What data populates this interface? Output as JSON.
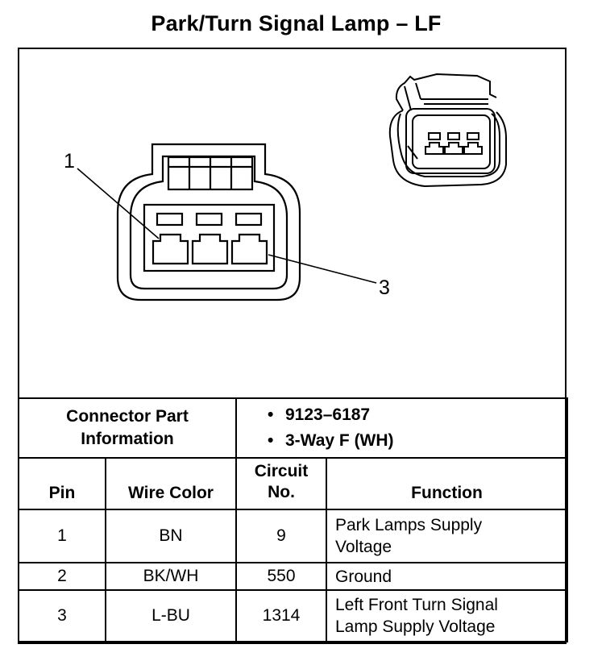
{
  "title": "Park/Turn Signal Lamp – LF",
  "callouts": {
    "pin_a": "1",
    "pin_b": "3"
  },
  "connector_info": {
    "label_line1": "Connector Part",
    "label_line2": "Information",
    "items": [
      {
        "bullet": "•",
        "text": "9123–6187"
      },
      {
        "bullet": "•",
        "text": "3-Way F (WH)"
      }
    ]
  },
  "table": {
    "headers": {
      "pin": "Pin",
      "wire_color": "Wire Color",
      "circuit_line1": "Circuit",
      "circuit_line2": "No.",
      "function": "Function"
    },
    "rows": [
      {
        "pin": "1",
        "wire_color": "BN",
        "circuit": "9",
        "function_line1": "Park Lamps Supply",
        "function_line2": "Voltage"
      },
      {
        "pin": "2",
        "wire_color": "BK/WH",
        "circuit": "550",
        "function_line1": "Ground",
        "function_line2": ""
      },
      {
        "pin": "3",
        "wire_color": "L-BU",
        "circuit": "1314",
        "function_line1": "Left Front Turn Signal",
        "function_line2": "Lamp Supply Voltage"
      }
    ]
  }
}
